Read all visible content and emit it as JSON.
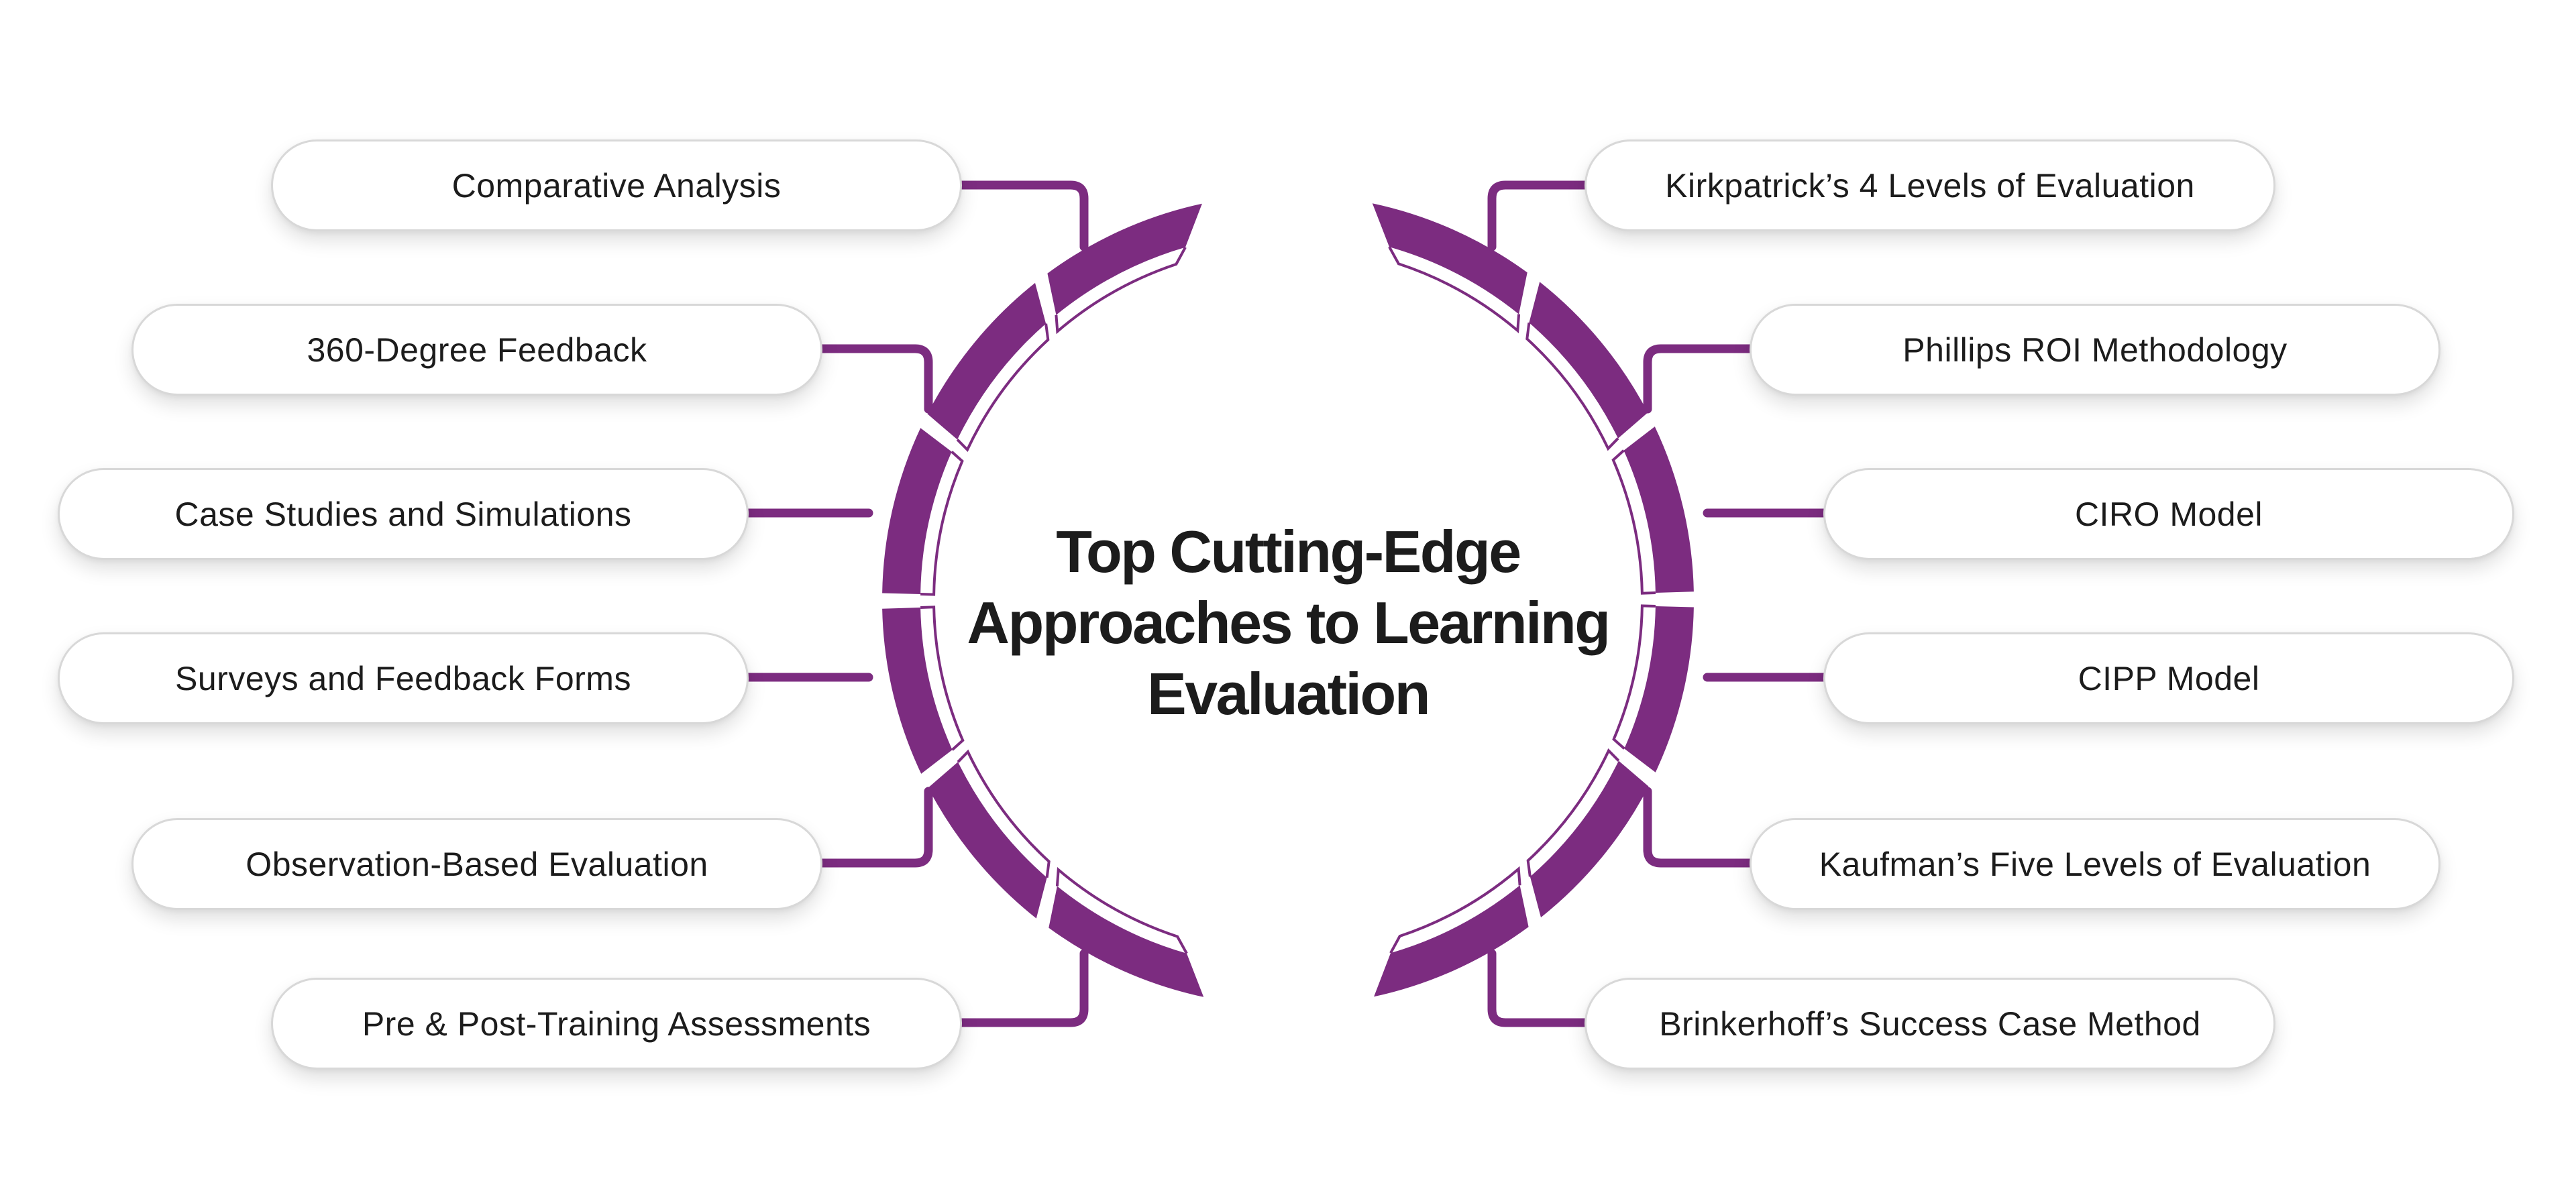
{
  "title": {
    "line1": "Top Cutting-Edge",
    "line2": "Approaches to Learning",
    "line3": "Evaluation"
  },
  "left_items": [
    {
      "label": "Comparative Analysis"
    },
    {
      "label": "360-Degree Feedback"
    },
    {
      "label": "Case Studies and Simulations"
    },
    {
      "label": "Surveys and Feedback Forms"
    },
    {
      "label": "Observation-Based Evaluation"
    },
    {
      "label": "Pre & Post-Training Assessments"
    }
  ],
  "right_items": [
    {
      "label": "Kirkpatrick’s 4 Levels of Evaluation"
    },
    {
      "label": "Phillips ROI Methodology"
    },
    {
      "label": "CIRO Model"
    },
    {
      "label": "CIPP Model"
    },
    {
      "label": "Kaufman’s Five Levels of Evaluation"
    },
    {
      "label": "Brinkerhoff’s Success Case Method"
    }
  ],
  "colors": {
    "accent": "#7C2C80",
    "text": "#1C1C1C",
    "pill_border": "#D8D8D8",
    "pill_background": "#FFFFFF",
    "canvas_background": "#FFFFFF"
  }
}
